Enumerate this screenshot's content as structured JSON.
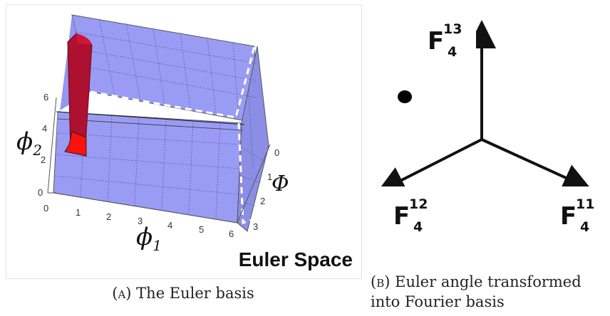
{
  "panel_a": {
    "title": "Euler Space",
    "axis_phi1": "ϕ",
    "axis_phi1_sub": "1",
    "axis_phi2": "ϕ",
    "axis_phi2_sub": "2",
    "axis_Phi": "Φ",
    "ticks_phi1": [
      "0",
      "1",
      "2",
      "3",
      "4",
      "5",
      "6"
    ],
    "ticks_phi2": [
      "0",
      "2",
      "4",
      "6"
    ],
    "ticks_Phi": [
      "0",
      "1",
      "2",
      "3"
    ],
    "colors": {
      "surface": "#9a9cf4",
      "red_box": "#b01030",
      "red_bright": "#ee1111",
      "dashes": "#ffffff"
    }
  },
  "panel_b": {
    "labels": [
      {
        "base": "F",
        "sup": "13",
        "sub": "4"
      },
      {
        "base": "F",
        "sup": "12",
        "sub": "4"
      },
      {
        "base": "F",
        "sup": "11",
        "sub": "4"
      }
    ]
  },
  "captions": {
    "a_tag": "(a)",
    "a_text": "The Euler basis",
    "b_tag": "(b)",
    "b_text_line1": "Euler angle transformed",
    "b_text_line2": "into Fourier basis"
  }
}
